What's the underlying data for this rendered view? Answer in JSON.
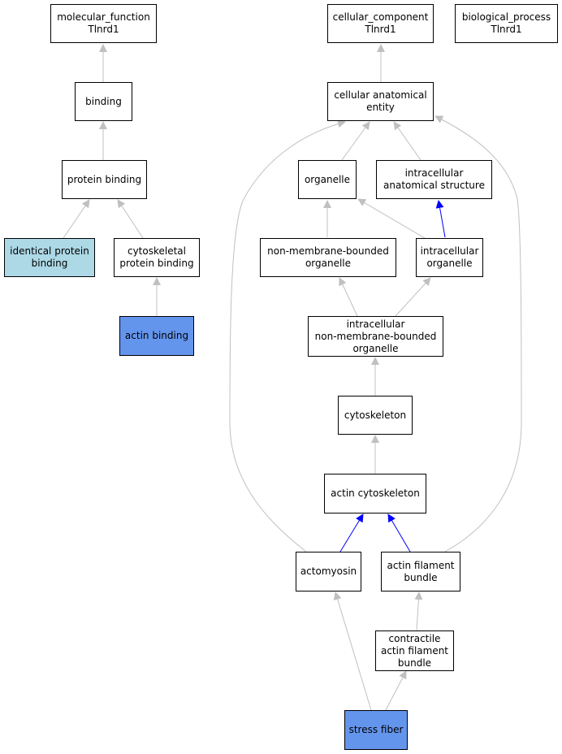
{
  "nodes": {
    "molecular_function": "molecular_function\nTlnrd1",
    "cellular_component": "cellular_component\nTlnrd1",
    "biological_process": "biological_process\nTlnrd1",
    "binding": "binding",
    "cellular_anatomical_entity": "cellular anatomical\nentity",
    "protein_binding": "protein binding",
    "organelle": "organelle",
    "intracellular_anatomical_structure": "intracellular\nanatomical structure",
    "identical_protein_binding": "identical protein\nbinding",
    "cytoskeletal_protein_binding": "cytoskeletal\nprotein binding",
    "non_membrane_bounded_organelle": "non-membrane-bounded\norganelle",
    "intracellular_organelle": "intracellular\norganelle",
    "actin_binding": "actin binding",
    "intracellular_non_membrane_bounded_organelle": "intracellular\nnon-membrane-bounded\norganelle",
    "cytoskeleton": "cytoskeleton",
    "actin_cytoskeleton": "actin cytoskeleton",
    "actomyosin": "actomyosin",
    "actin_filament_bundle": "actin filament\nbundle",
    "contractile_actin_filament_bundle": "contractile\nactin filament\nbundle",
    "stress_fiber": "stress fiber"
  },
  "colors": {
    "edge_gray": "#c0c0c0",
    "edge_blue": "#0000ff",
    "node_light_blue": "#add8e6",
    "node_blue": "#6495ed"
  }
}
